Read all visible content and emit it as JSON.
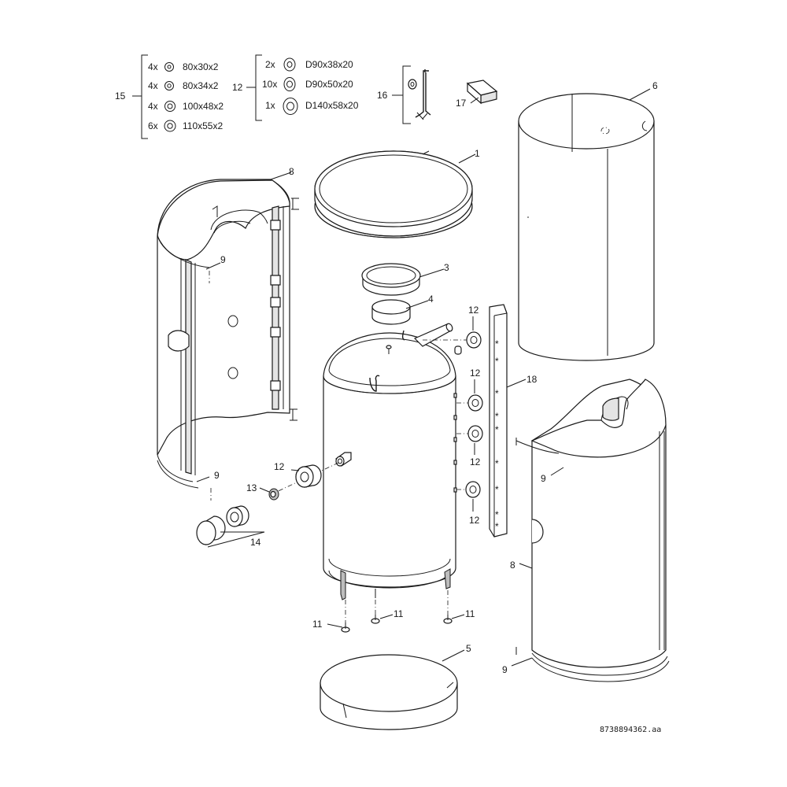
{
  "kits": {
    "kit15": {
      "number": "15",
      "items": [
        {
          "qty": "4x",
          "size": "80x30x2"
        },
        {
          "qty": "4x",
          "size": "80x34x2"
        },
        {
          "qty": "4x",
          "size": "100x48x2"
        },
        {
          "qty": "6x",
          "size": "110x55x2"
        }
      ]
    },
    "kit12": {
      "number": "12",
      "items": [
        {
          "qty": "2x",
          "size": "D90x38x20"
        },
        {
          "qty": "10x",
          "size": "D90x50x20"
        },
        {
          "qty": "1x",
          "size": "D140x58x20"
        }
      ]
    },
    "kit16": {
      "number": "16"
    },
    "kit17": {
      "number": "17"
    }
  },
  "part_labels": {
    "p1": "1",
    "p3": "3",
    "p4": "4",
    "p5": "5",
    "p6": "6",
    "p8": "8",
    "p9": "9",
    "p11": "11",
    "p12": "12",
    "p13": "13",
    "p14": "14",
    "p18": "18"
  },
  "drawing_id": "8738894362.aa",
  "colors": {
    "line": "#1a1a1a",
    "shade": "#e4e4e4",
    "dark": "#bdbdbd",
    "background": "#ffffff"
  }
}
